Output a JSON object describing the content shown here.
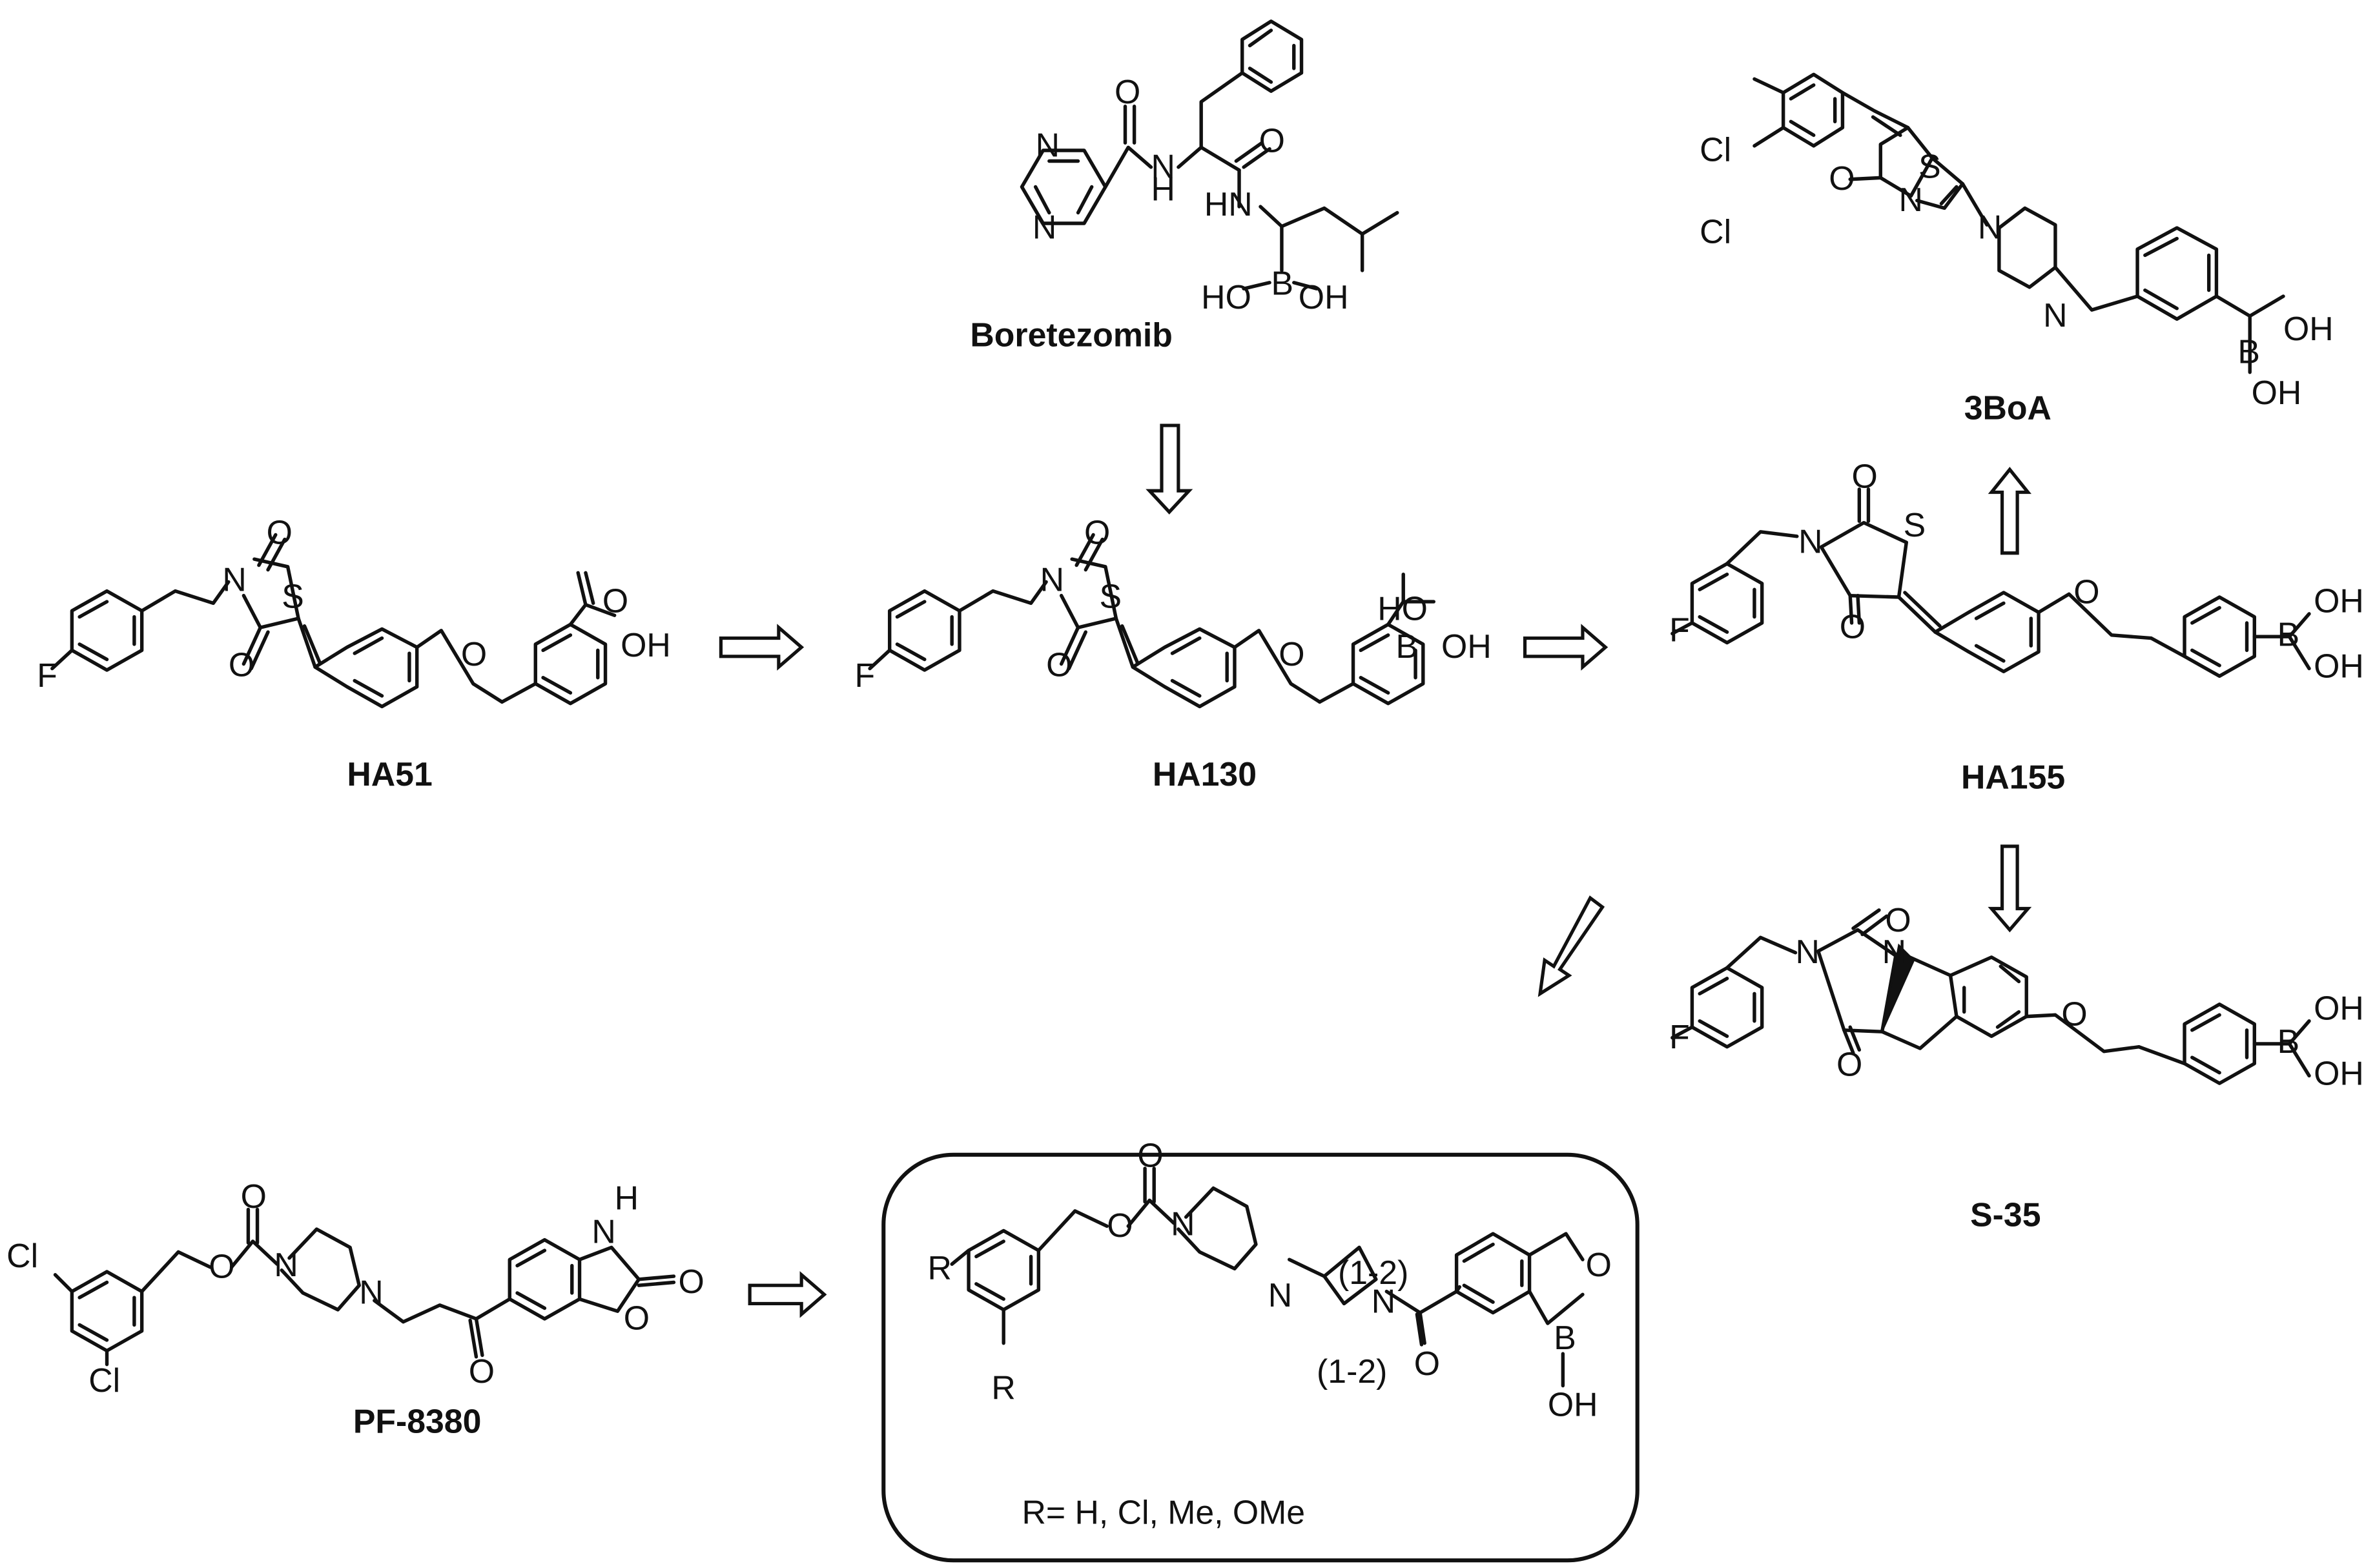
{
  "diagram": {
    "molecule_labels": {
      "boretezomib": "Boretezomib",
      "ha51": "HA51",
      "ha130": "HA130",
      "ha155": "HA155",
      "bo3a": "3BoA",
      "s35": "S-35",
      "pf8380": "PF-8380"
    },
    "atoms": {
      "N": "N",
      "H": "H",
      "O": "O",
      "S": "S",
      "F": "F",
      "Cl": "Cl",
      "B": "B",
      "R": "R",
      "OH": "OH",
      "HO": "HO",
      "NH": "NH",
      "HN": "HN"
    },
    "ring_size_marks": {
      "upper": "(1-2)",
      "lower": "(1-2)"
    },
    "substituent_note": "R= H, Cl, Me, OMe"
  }
}
